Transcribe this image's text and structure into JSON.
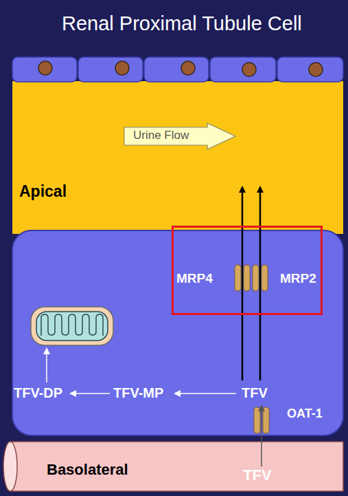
{
  "diagram": {
    "title": "Renal Proximal Tubule Cell",
    "nodes": [
      {
        "text": [
          "Apical"
        ]
      },
      {
        "text": [
          "Urine Flow"
        ],
        "in": 0
      },
      {
        "text": [
          "MRP4",
          "MRP2"
        ]
      },
      {
        "text": [
          "Basolateral",
          "TFV"
        ]
      }
    ],
    "labels": [
      "TFV-DP",
      "TFV-MP",
      "TFV",
      "OAT-1"
    ]
  }
}
